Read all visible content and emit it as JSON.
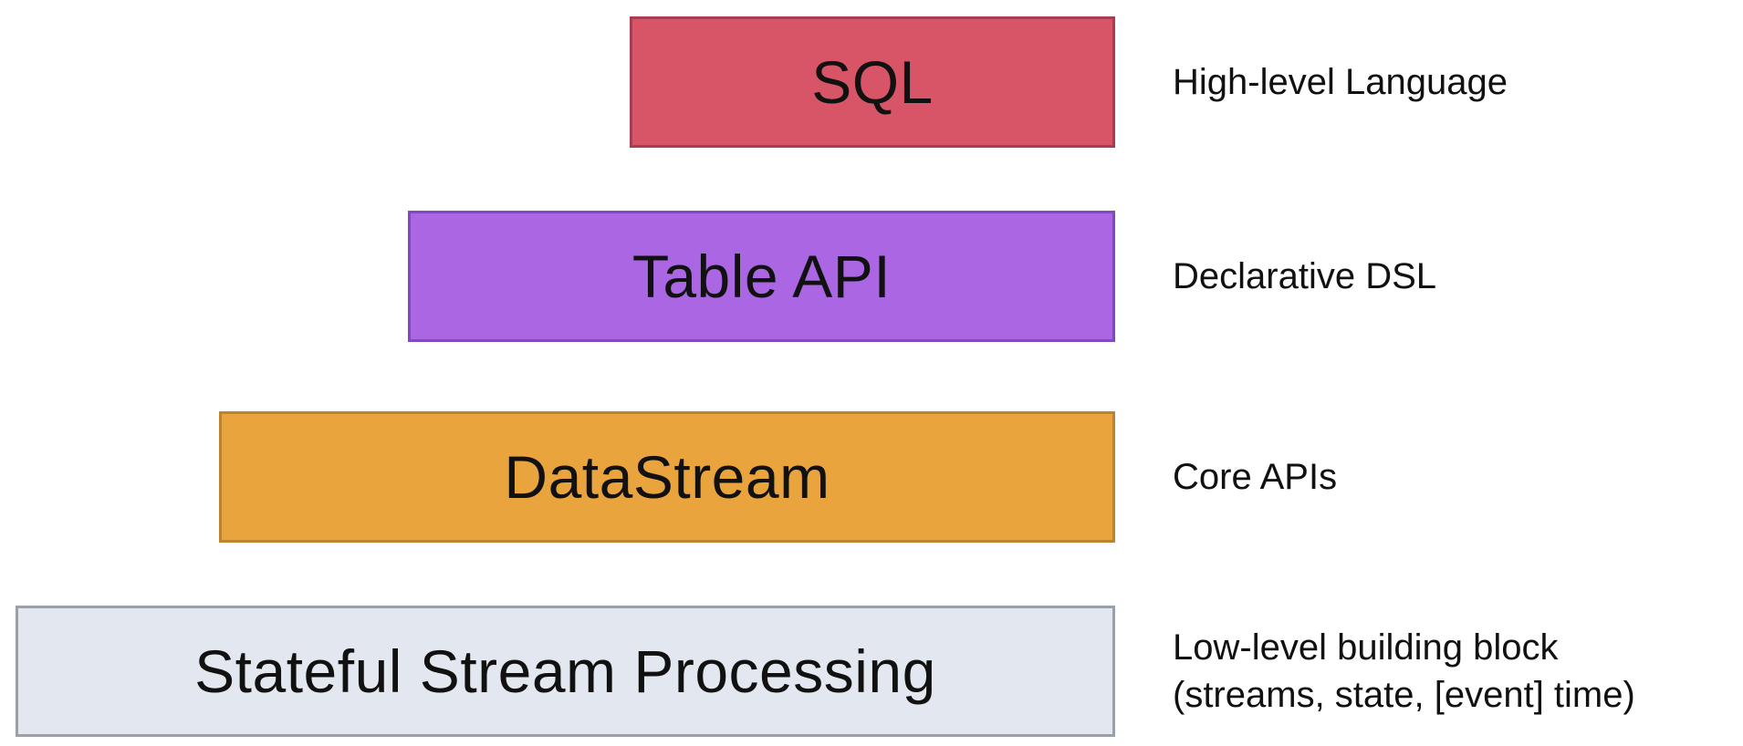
{
  "diagram": {
    "layers": [
      {
        "id": "sql",
        "name": "SQL",
        "label": "High-level Language",
        "fill": "#d85568",
        "border": "#a83d4f"
      },
      {
        "id": "table-api",
        "name": "Table API",
        "label": "Declarative DSL",
        "fill": "#ab67e3",
        "border": "#8148bf"
      },
      {
        "id": "datastream",
        "name": "DataStream",
        "label": "Core APIs",
        "fill": "#e9a43e",
        "border": "#bc8330"
      },
      {
        "id": "stateful-stream-processing",
        "name": "Stateful Stream Processing",
        "label": "Low-level building block\n(streams, state, [event] time)",
        "fill": "#e3e7ef",
        "border": "#99a0ab"
      }
    ]
  }
}
